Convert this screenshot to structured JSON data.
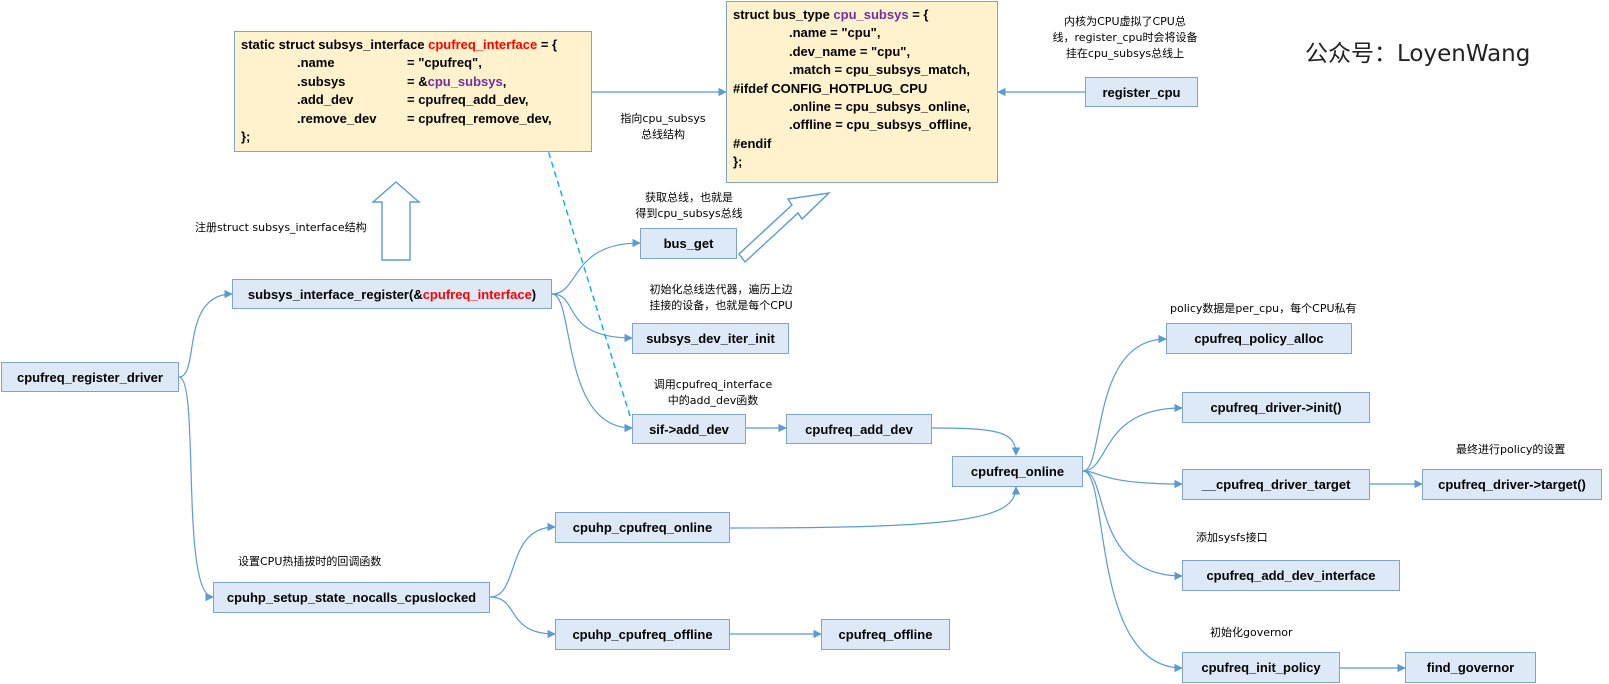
{
  "watermark": "公众号：LoyenWang",
  "colors": {
    "node_fill": "#dde9f6",
    "node_border": "#7fa4c9",
    "code_fill": "#fff2cc",
    "edge": "#5b9bd5",
    "highlight_red": "#ff0000",
    "highlight_purple": "#7030a0",
    "dashed_arrow": "#00b0f0"
  },
  "code_blocks": {
    "cpufreq_interface": {
      "header_prefix": "static struct subsys_interface ",
      "header_name": "cpufreq_interface",
      "header_suffix": " = {",
      "name_key": ".name",
      "name_val": "= \"cpufreq\",",
      "subsys_key": ".subsys",
      "subsys_val_prefix": "= &",
      "subsys_val_name": "cpu_subsys",
      "subsys_val_suffix": ",",
      "add_dev_key": ".add_dev",
      "add_dev_val": "= cpufreq_add_dev,",
      "remove_dev_key": ".remove_dev",
      "remove_dev_val": "= cpufreq_remove_dev,",
      "footer": "};"
    },
    "cpu_subsys": {
      "header_prefix": "struct bus_type ",
      "header_name": "cpu_subsys",
      "header_suffix": " = {",
      "line_name": ".name = \"cpu\",",
      "line_dev_name": ".dev_name = \"cpu\",",
      "line_match": ".match = cpu_subsys_match,",
      "line_ifdef": "#ifdef CONFIG_HOTPLUG_CPU",
      "line_online": ".online = cpu_subsys_online,",
      "line_offline": ".offline = cpu_subsys_offline,",
      "line_endif": "#endif",
      "footer": "};"
    }
  },
  "nodes": {
    "register_cpu": "register_cpu",
    "bus_get": "bus_get",
    "subsys_register_prefix": "subsys_interface_register(&",
    "subsys_register_name": "cpufreq_interface",
    "subsys_register_suffix": ")",
    "subsys_dev_iter_init": "subsys_dev_iter_init",
    "cpufreq_register_driver": "cpufreq_register_driver",
    "sif_add_dev": "sif->add_dev",
    "cpufreq_add_dev": "cpufreq_add_dev",
    "cpufreq_online": "cpufreq_online",
    "cpufreq_policy_alloc": "cpufreq_policy_alloc",
    "cpufreq_driver_init": "cpufreq_driver->init()",
    "cpufreq_driver_target_internal": "__cpufreq_driver_target",
    "cpufreq_driver_target": "cpufreq_driver->target()",
    "cpuhp_cpufreq_online": "cpuhp_cpufreq_online",
    "cpuhp_setup_state": "cpuhp_setup_state_nocalls_cpuslocked",
    "cpufreq_add_dev_interface": "cpufreq_add_dev_interface",
    "cpuhp_cpufreq_offline": "cpuhp_cpufreq_offline",
    "cpufreq_offline": "cpufreq_offline",
    "cpufreq_init_policy": "cpufreq_init_policy",
    "find_governor": "find_governor"
  },
  "notes": {
    "kernel_virtual_bus_1": "内核为CPU虚拟了CPU总",
    "kernel_virtual_bus_2": "线，register_cpu时会将设备",
    "kernel_virtual_bus_3": "挂在cpu_subsys总线上",
    "points_to_1": "指向cpu_subsys",
    "points_to_2": "总线结构",
    "get_bus_1": "获取总线，也就是",
    "get_bus_2": "得到cpu_subsys总线",
    "register_struct": "注册struct subsys_interface结构",
    "iter_init_1": "初始化总线迭代器，遍历上边",
    "iter_init_2": "挂接的设备，也就是每个CPU",
    "call_add_dev_1": "调用cpufreq_interface",
    "call_add_dev_2": "中的add_dev函数",
    "policy_per_cpu": "policy数据是per_cpu，每个CPU私有",
    "final_policy": "最终进行policy的设置",
    "hotplug_callback": "设置CPU热插拔时的回调函数",
    "add_sysfs": "添加sysfs接口",
    "init_governor": "初始化governor"
  }
}
